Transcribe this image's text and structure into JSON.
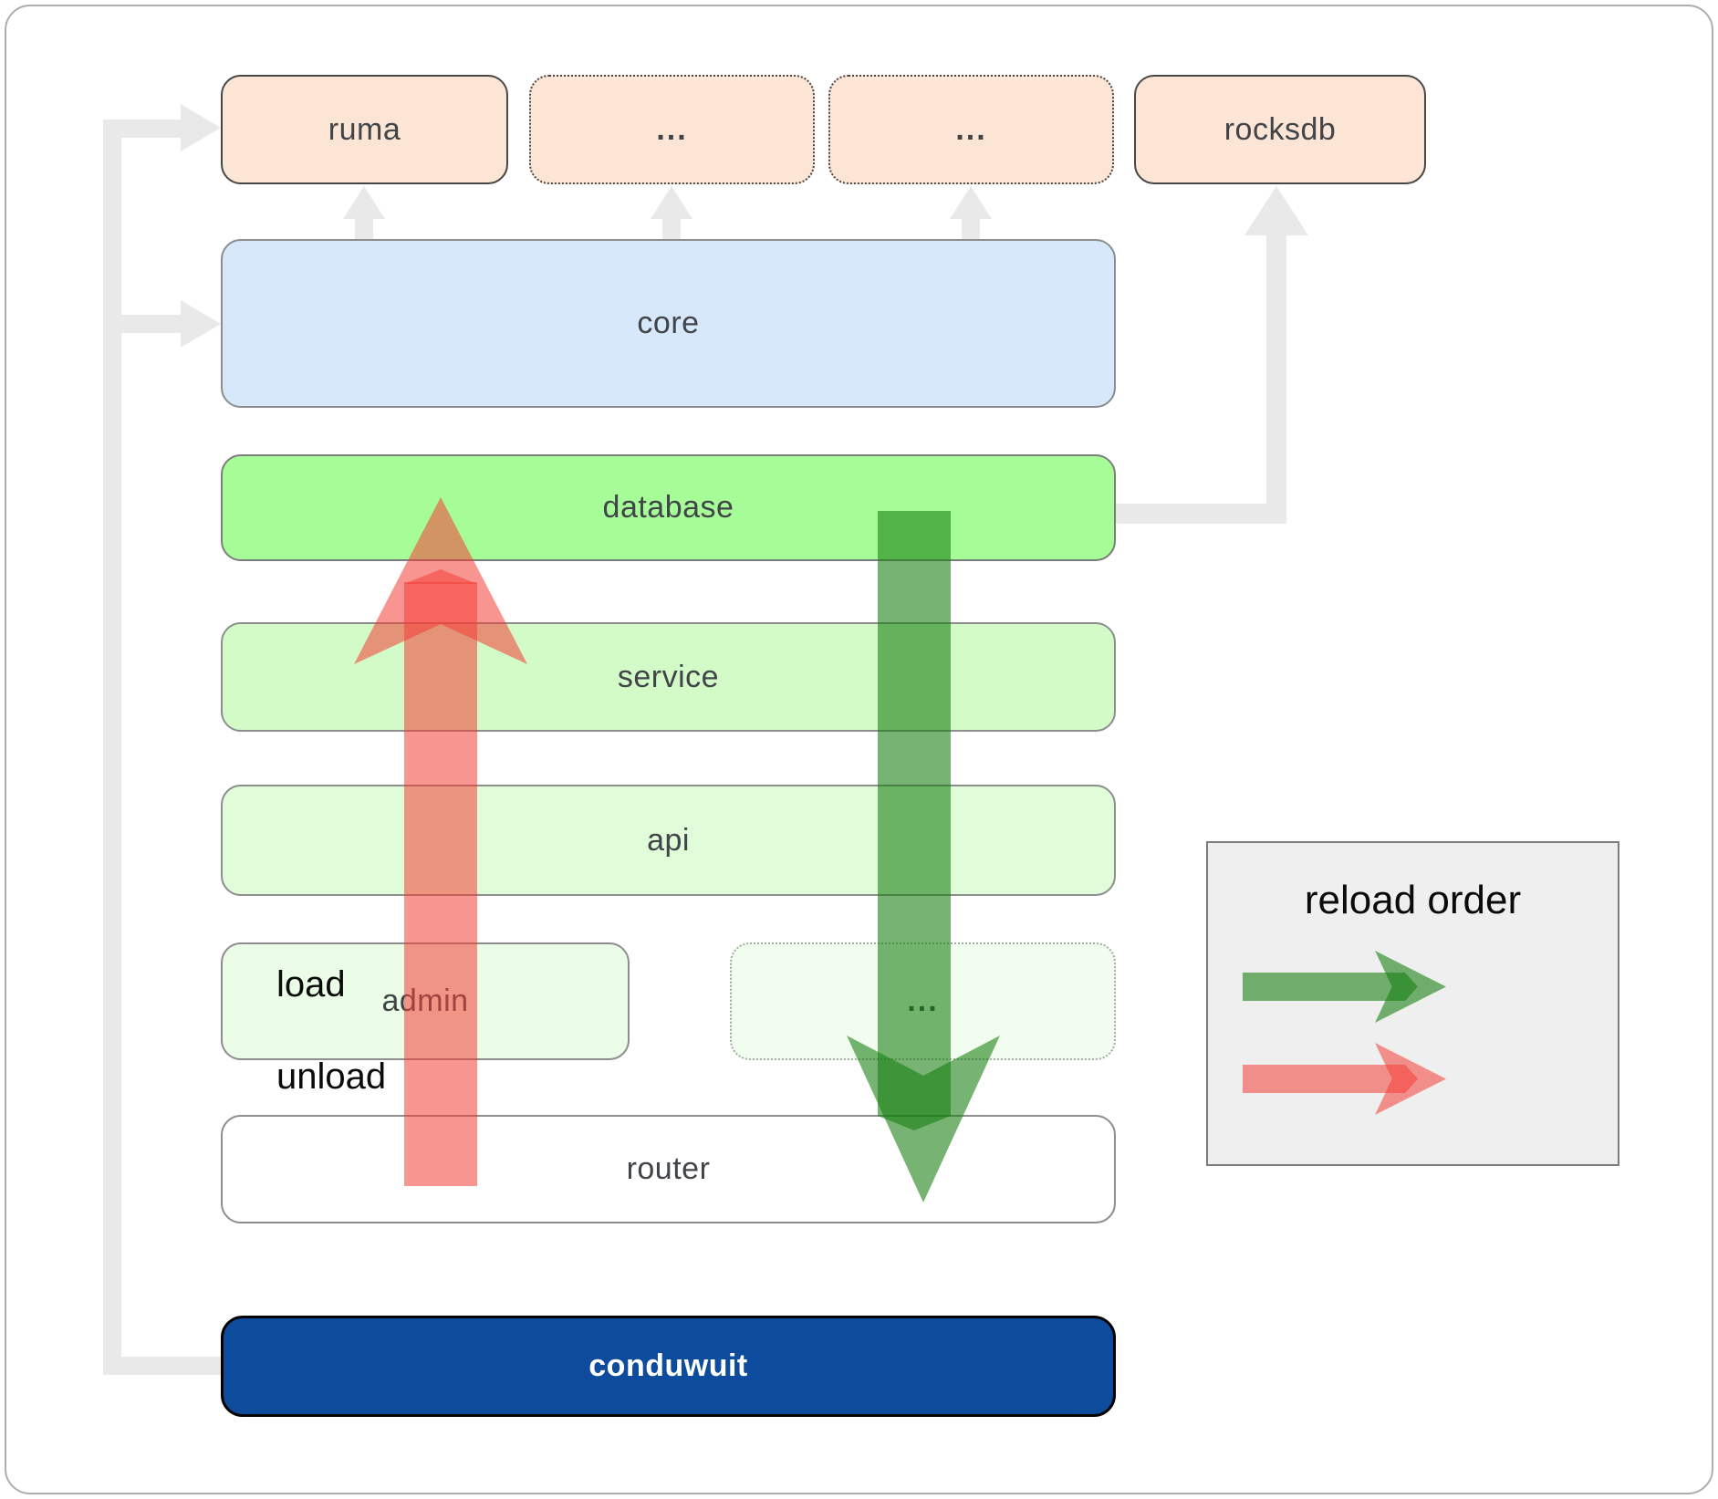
{
  "diagram": {
    "title_hint": "conduwuit crate architecture / reload order diagram",
    "nodes": {
      "ruma": "ruma",
      "crates_more_1": "...",
      "crates_more_2": "...",
      "rocksdb": "rocksdb",
      "core": "core",
      "database": "database",
      "service": "service",
      "api": "api",
      "admin": "admin",
      "services_more": "...",
      "router": "router",
      "conduwuit": "conduwuit"
    },
    "legend": {
      "title": "reload order",
      "load_label": "load",
      "unload_label": "unload"
    },
    "colors": {
      "node_peach": "#FCE5D4",
      "node_blue": "#D6E8FA",
      "node_green_bright": "#A6FD97",
      "node_green_light": "#D3FBC7",
      "node_green_lighter": "#E0FCD9",
      "node_green_faint": "#EBFDE6",
      "node_green_faintest": "#F1FDEE",
      "node_router_white": "#FFFFFF",
      "node_conduwuit_navy": "#0D4C9C",
      "arrow_load_green": "#147D0F",
      "arrow_unload_red": "#F43E37",
      "connector_gray": "#E9E9E9",
      "legend_background": "#EFEFEF"
    }
  }
}
